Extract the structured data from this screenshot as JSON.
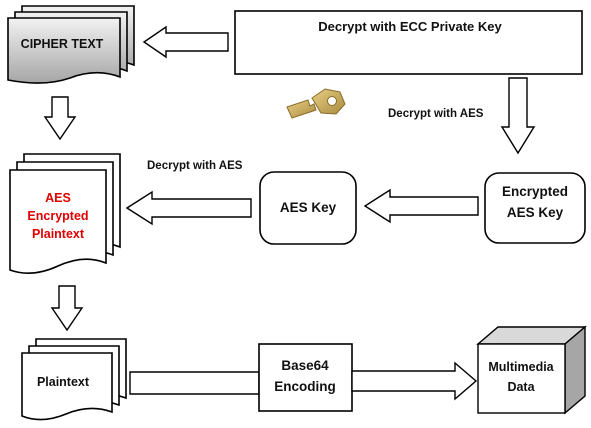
{
  "ecc_box": {
    "label": "Decrypt with ECC Private Key"
  },
  "cipher_doc": {
    "label": "CIPHER TEXT"
  },
  "aes_encrypted_doc": {
    "lines": [
      "AES",
      "Encrypted",
      "Plaintext"
    ]
  },
  "aes_key_box": {
    "label": "AES Key"
  },
  "encrypted_aes_key_box": {
    "lines": [
      "Encrypted",
      "AES Key"
    ]
  },
  "plaintext_doc": {
    "label": "Plaintext"
  },
  "base64_box": {
    "lines": [
      "Base64",
      "Encoding"
    ]
  },
  "multimedia_cube": {
    "lines": [
      "Multimedia",
      "Data"
    ]
  },
  "arrow_labels": {
    "decrypt_aes_right": "Decrypt with AES",
    "decrypt_aes_left": "Decrypt with AES"
  },
  "colors": {
    "stroke": "#000000",
    "highlight_text": "#e00000",
    "key_icon": "#c9a857",
    "gradient_top": "#f2f2f2",
    "gradient_bottom": "#a6a6a6"
  }
}
